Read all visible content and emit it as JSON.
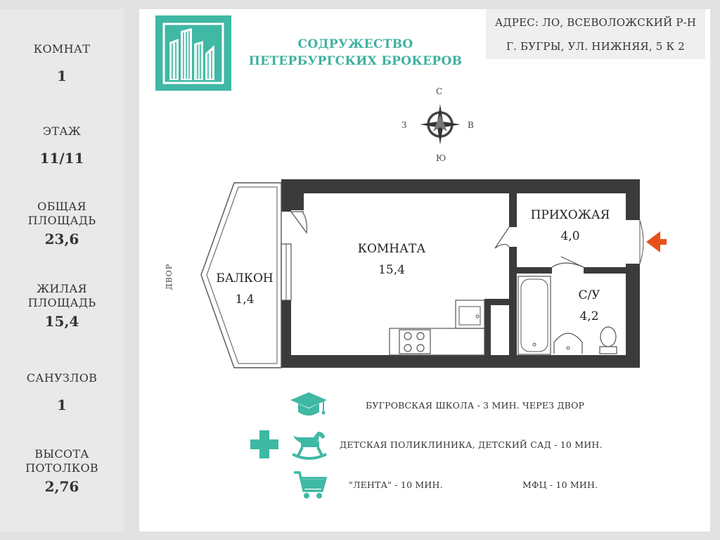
{
  "specs": [
    {
      "label": "КОМНАТ",
      "value": "1"
    },
    {
      "label": "ЭТАЖ",
      "value": "11/11"
    },
    {
      "label_lines": [
        "ОБЩАЯ",
        "ПЛОЩАДЬ"
      ],
      "value": "23,6"
    },
    {
      "label_lines": [
        "ЖИЛАЯ",
        "ПЛОЩАДЬ"
      ],
      "value": "15,4"
    },
    {
      "label": "САНУЗЛОВ",
      "value": "1"
    },
    {
      "label_lines": [
        "ВЫСОТА",
        "ПОТОЛКОВ"
      ],
      "value": "2,76"
    }
  ],
  "brand": {
    "line1": "СОДРУЖЕСТВО",
    "line2": "ПЕТЕРБУРГСКИХ БРОКЕРОВ"
  },
  "address": {
    "line1": "АДРЕС: ЛО, ВСЕВОЛОЖСКИЙ Р-Н",
    "line2": "Г. БУГРЫ, УЛ. НИЖНЯЯ, 5 К 2"
  },
  "compass": {
    "north": "С",
    "south": "Ю",
    "west": "З",
    "east": "В"
  },
  "plan": {
    "courtyard_label": "ДВОР",
    "rooms": [
      {
        "name": "КОМНАТА",
        "area": "15,4"
      },
      {
        "name": "БАЛКОН",
        "area": "1,4"
      },
      {
        "name": "ПРИХОЖАЯ",
        "area": "4,0"
      },
      {
        "name": "С/У",
        "area": "4,2"
      }
    ]
  },
  "amenities": {
    "school": "БУГРОВСКАЯ ШКОЛА - 3 МИН. ЧЕРЕЗ ДВОР",
    "clinic": "ДЕТСКАЯ ПОЛИКЛИНИКА, ДЕТСКИЙ САД - 10 МИН.",
    "lenta": "\"ЛЕНТА\" - 10 МИН.",
    "mfc": "МФЦ - 10 МИН."
  },
  "icons": [
    "graduation-cap-icon",
    "medical-cross-icon",
    "rocking-horse-icon",
    "shopping-cart-icon",
    "compass-rose-icon",
    "entrance-arrow-icon"
  ],
  "colors": {
    "accent": "#3fb8a4",
    "entrance_arrow": "#e8501a",
    "wall": "#3b3b3b"
  }
}
